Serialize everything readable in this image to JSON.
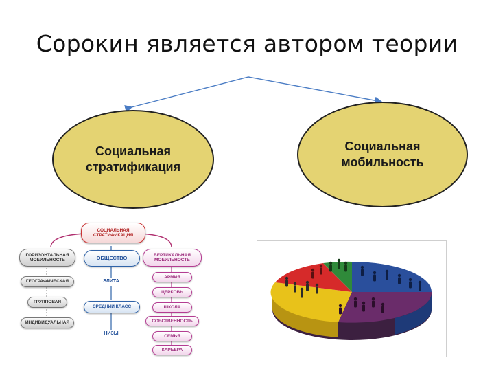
{
  "slide": {
    "title": "Сорокин является автором теории"
  },
  "concepts": {
    "left": "Социальная\nстратификация",
    "right": "Социальная\nмобильность"
  },
  "mindmap": {
    "center": "СОЦИАЛЬНАЯ\nСТРАТИФИКАЦИЯ",
    "horizontal": "ГОРИЗОНТАЛЬНАЯ\nМОБИЛЬНОСТЬ",
    "society": "ОБЩЕСТВО",
    "vertical": "ВЕРТИКАЛЬНАЯ\nМОБИЛЬНОСТЬ",
    "geographic": "ГЕОГРАФИЧЕСКАЯ",
    "group": "ГРУППОВАЯ",
    "individual": "ИНДИВИДУАЛЬНАЯ",
    "elite": "ЭЛИТА",
    "middle_class": "СРЕДНИЙ КЛАСС",
    "lower": "НИЗЫ",
    "army": "АРМИЯ",
    "church": "ЦЕРКОВЬ",
    "school": "ШКОЛА",
    "property": "СОБСТВЕННОСТЬ",
    "family": "СЕМЬЯ",
    "career": "КАРЬЕРА"
  },
  "colors": {
    "ellipse_fill": "#e4d372",
    "connector": "#4a7cc4",
    "pie_red": "#d62a2a",
    "pie_green": "#2f8a3a",
    "pie_blue": "#2a4f9c",
    "pie_purple": "#6a2c6a",
    "pie_yellow": "#e8c21a"
  }
}
